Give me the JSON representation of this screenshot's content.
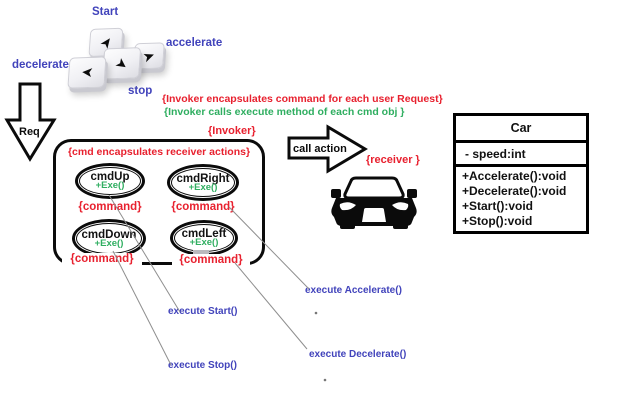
{
  "colors": {
    "annotation_red": "#e8212f",
    "annotation_green": "#2fae60",
    "label_blue": "#4143bb",
    "connector_gray": "#8f8f8f",
    "shape_black": "#0b0b0b"
  },
  "keyboard": {
    "start_label": "Start",
    "accelerate_label": "accelerate",
    "decelerate_label": "decelerate",
    "stop_label": "stop",
    "keys": [
      {
        "name": "up-arrow-key",
        "glyph": "➤"
      },
      {
        "name": "right-arrow-key",
        "glyph": "➤"
      },
      {
        "name": "down-arrow-key",
        "glyph": "➤"
      },
      {
        "name": "left-arrow-key",
        "glyph": "➤"
      }
    ]
  },
  "req_arrow": {
    "label": "Req"
  },
  "call_action_arrow": {
    "label": "call action"
  },
  "annotations": {
    "invoker_encapsulates": "{Invoker encapsulates command for each user Request}",
    "invoker_calls": "{Invoker calls execute method of each cmd obj }",
    "invoker": "{Invoker}",
    "cmd_note": "{cmd encapsulates receiver actions}",
    "receiver": "{receiver }"
  },
  "invoker_box": {
    "commands": [
      {
        "name": "cmdUp",
        "method": "+Exe()",
        "stereotype": "{command}"
      },
      {
        "name": "cmdRight",
        "method": "+Exe()",
        "stereotype": "{command}"
      },
      {
        "name": "cmdDown",
        "method": "+Exe()",
        "stereotype": "{command}"
      },
      {
        "name": "cmdLeft",
        "method": "+Exe()",
        "stereotype": "{command}"
      }
    ]
  },
  "execute_labels": [
    {
      "text": "execute Accelerate()"
    },
    {
      "text": "execute Start()"
    },
    {
      "text": "execute Decelerate()"
    },
    {
      "text": "execute Stop()"
    }
  ],
  "uml_class": {
    "title": "Car",
    "attributes": [
      "- speed:int"
    ],
    "methods": [
      "+Accelerate():void",
      "+Decelerate():void",
      "+Start():void",
      "+Stop():void"
    ]
  }
}
